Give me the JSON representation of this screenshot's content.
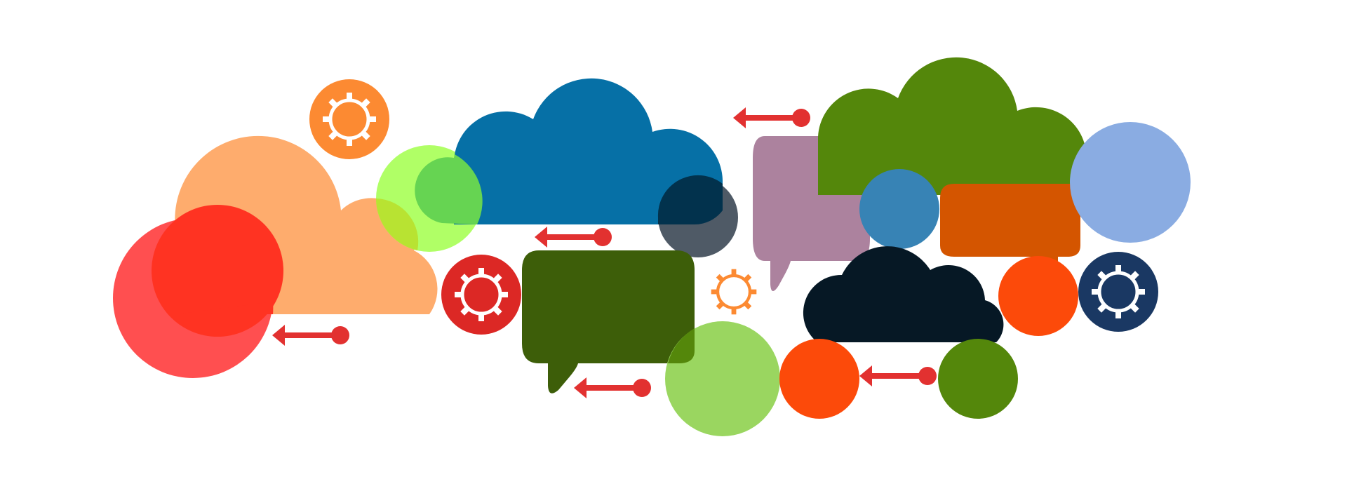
{
  "illustration": {
    "palette": {
      "background": "#ffffff",
      "peach": "#FEAC6D",
      "red_bright": "#FF3322",
      "red_light": "#FF4F50",
      "lime": "#B0FF66",
      "green_mid": "#66D452",
      "blue": "#0670A6",
      "navy_dark": "#02324D",
      "slate": "#4F5A66",
      "green_dark": "#3D5E09",
      "green_olive": "#54870B",
      "green_light": "#9AD660",
      "mauve": "#AC829E",
      "steel_blue": "#3783B5",
      "burnt_orange": "#D45500",
      "periwinkle": "#8AACE2",
      "midnight": "#061825",
      "orange_red": "#FC4A0A",
      "gear_orange": "#FC8A32",
      "gear_red": "#DC2825",
      "gear_navy": "#1A3863",
      "arrow_red": "#E23130"
    },
    "clouds": [
      {
        "name": "cloud-peach",
        "color": "peach"
      },
      {
        "name": "cloud-blue",
        "color": "blue"
      },
      {
        "name": "cloud-green",
        "color": "green_olive"
      },
      {
        "name": "cloud-midnight",
        "color": "midnight"
      }
    ],
    "speech_bubbles": [
      {
        "name": "speech-bubble-dark-green",
        "color": "green_dark"
      },
      {
        "name": "speech-bubble-mauve",
        "color": "mauve"
      },
      {
        "name": "speech-bubble-orange",
        "color": "burnt_orange"
      }
    ],
    "gears": [
      {
        "name": "gear-icon-orange",
        "color": "gear_orange",
        "style": "badge"
      },
      {
        "name": "gear-icon-red",
        "color": "gear_red",
        "style": "badge"
      },
      {
        "name": "gear-icon-navy",
        "color": "gear_navy",
        "style": "badge"
      },
      {
        "name": "gear-icon-small-orange",
        "color": "gear_orange",
        "style": "outline"
      }
    ],
    "arrows": [
      {
        "name": "arrow-left-icon",
        "color": "arrow_red"
      }
    ]
  }
}
